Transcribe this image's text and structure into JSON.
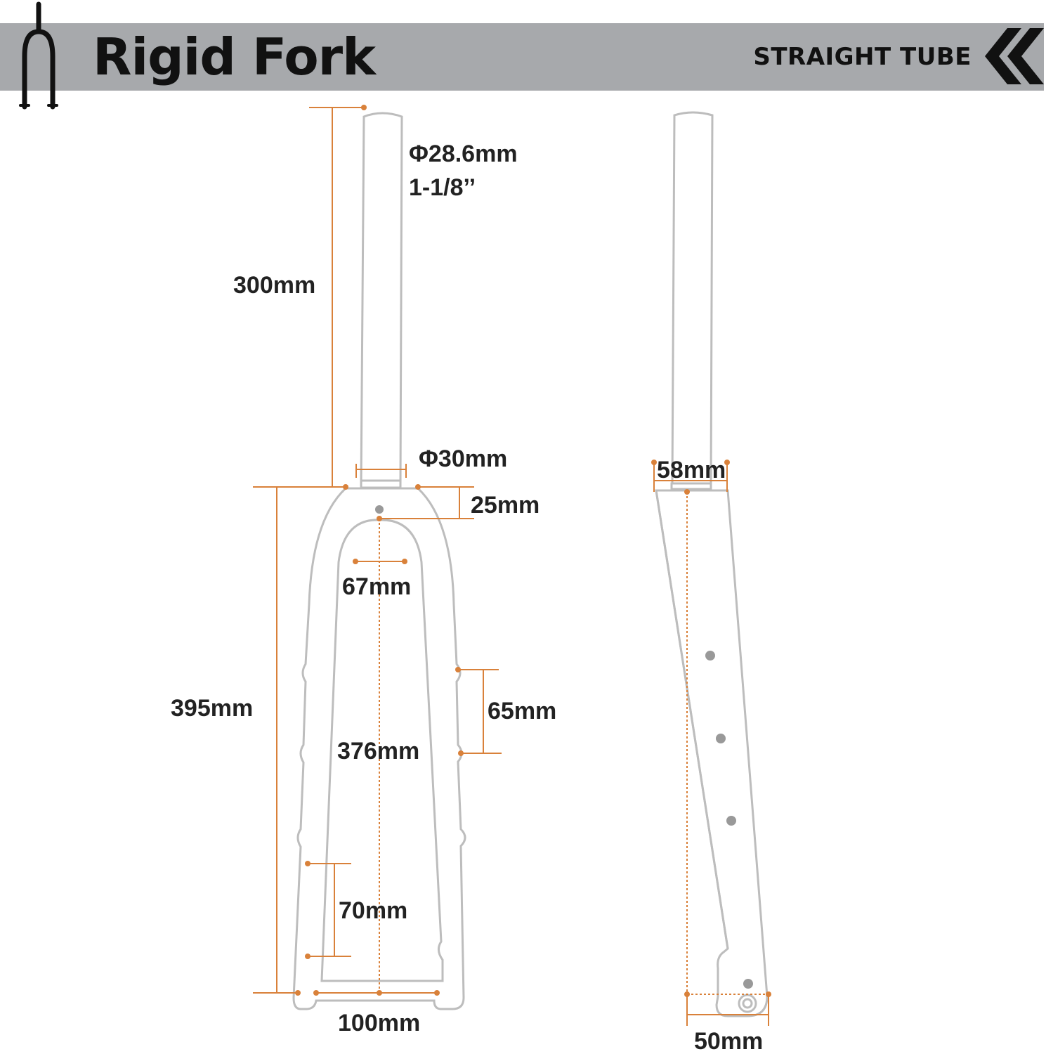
{
  "header": {
    "title": "Rigid Fork",
    "subtitle": "STRAIGHT TUBE"
  },
  "icons": {
    "logo": "fork-icon",
    "arrow": "double-chevron-left-icon"
  },
  "colors": {
    "header_bg": "#a7a9ac",
    "dimension_line": "#d9813a",
    "outline": "#bdbdbd",
    "text": "#222222"
  },
  "labels": {
    "steerer_diameter": "Φ28.6mm",
    "steerer_inch": "1-1/8’’",
    "steerer_length": "300mm",
    "crown_race": "Φ30mm",
    "crown_height": "25mm",
    "crown_width": "67mm",
    "axle_to_crown": "395mm",
    "inner_length": "376mm",
    "mount_spacing": "65mm",
    "lower_mount_spacing": "70mm",
    "dropout_spacing": "100mm",
    "side_crown": "58mm",
    "offset": "50mm"
  }
}
